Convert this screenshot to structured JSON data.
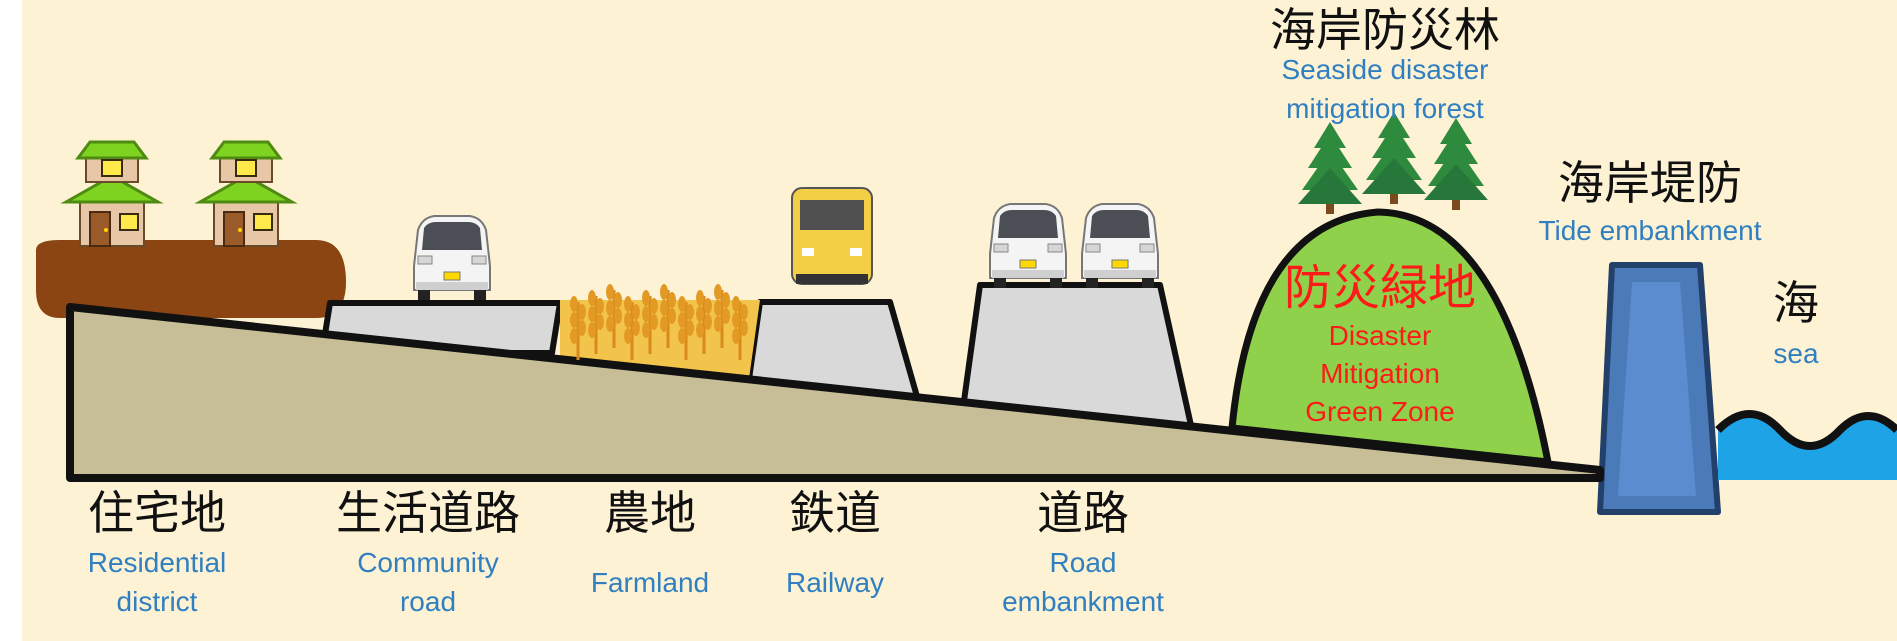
{
  "colors": {
    "background": "#fdf2d4",
    "ground": "#c7be97",
    "soil": "#8b4513",
    "road": "#d9d9d9",
    "green_zone": "#8fd14b",
    "embankment": "#4a7ab8",
    "sea": "#1ea3e6",
    "label_en": "#2f7fc1",
    "label_red": "#ff1a1a"
  },
  "labels": {
    "residential": {
      "jp": "住宅地",
      "en": [
        "Residential",
        "district"
      ]
    },
    "community_road": {
      "jp": "生活道路",
      "en": [
        "Community",
        "road"
      ]
    },
    "farmland": {
      "jp": "農地",
      "en": [
        "Farmland"
      ]
    },
    "railway": {
      "jp": "鉄道",
      "en": [
        "Railway"
      ]
    },
    "road_embankment": {
      "jp": "道路",
      "en": [
        "Road",
        "embankment"
      ]
    },
    "green_zone": {
      "jp": "防災緑地",
      "en": [
        "Disaster",
        "Mitigation",
        "Green Zone"
      ]
    },
    "forest": {
      "jp": "海岸防災林",
      "en": [
        "Seaside disaster",
        "mitigation forest"
      ]
    },
    "tide_embankment": {
      "jp": "海岸堤防",
      "en": [
        "Tide embankment"
      ]
    },
    "sea": {
      "jp": "海",
      "en": [
        "sea"
      ]
    }
  }
}
